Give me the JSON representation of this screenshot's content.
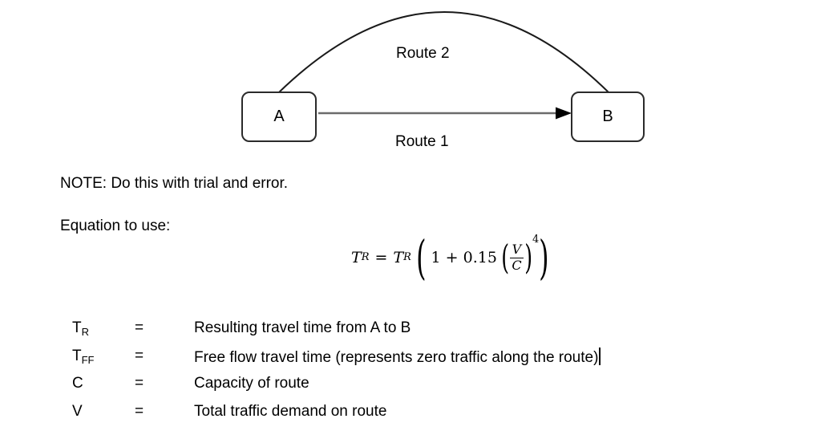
{
  "diagram": {
    "node_a_label": "A",
    "node_b_label": "B",
    "route2_label": "Route 2",
    "route1_label": "Route 1"
  },
  "note_text": "NOTE: Do this with trial and error.",
  "equation_intro": "Equation to use:",
  "equation": {
    "lhs_base": "T",
    "lhs_sub": "R",
    "equals_sign": "=",
    "rhs_base": "T",
    "rhs_sub": "R",
    "paren_open": "(",
    "linear_term": "1 + 0.15",
    "inner_paren_open": "(",
    "numerator": "V",
    "denominator": "C",
    "inner_paren_close": ")",
    "exponent": "4",
    "paren_close": ")"
  },
  "definitions": [
    {
      "symbol_base": "T",
      "symbol_sub": "R",
      "equals_sign": "=",
      "description": "Resulting travel time from A to B"
    },
    {
      "symbol_base": "T",
      "symbol_sub": "FF",
      "equals_sign": "=",
      "description": "Free flow travel time (represents zero traffic along the route)"
    },
    {
      "symbol_base": "C",
      "symbol_sub": "",
      "equals_sign": "=",
      "description": "Capacity of route"
    },
    {
      "symbol_base": "V",
      "symbol_sub": "",
      "equals_sign": "=",
      "description": "Total traffic demand on route"
    }
  ],
  "colors": {
    "background": "#ffffff",
    "text": "#000000",
    "node_border": "#2b2b2b",
    "arc_line": "#1a1a1a",
    "arrow_line": "#6b6b6b",
    "arrowhead": "#000000"
  }
}
